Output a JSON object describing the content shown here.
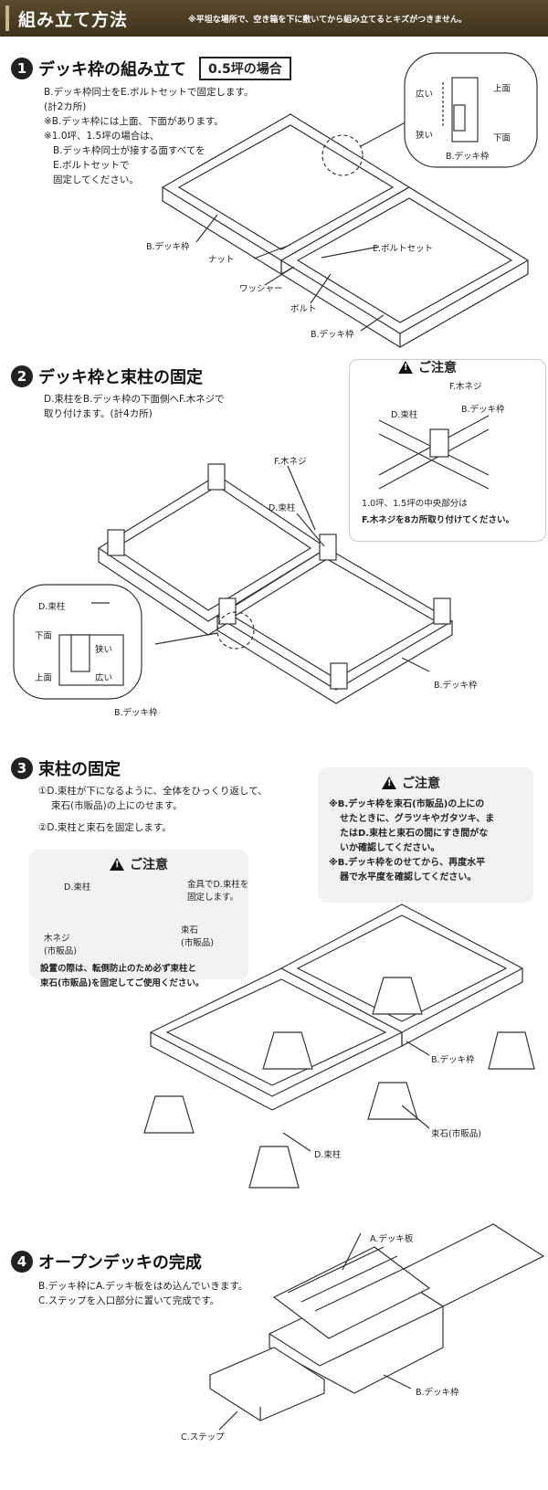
{
  "header": {
    "title": "組み立て方法",
    "note": "※平坦な場所で、空き箱を下に敷いてから組み立てるとキズがつきません。"
  },
  "s1": {
    "num": "1",
    "title": "デッキ枠の組み立て",
    "badge": "0.5坪の場合",
    "lines": [
      "B.デッキ枠同士をE.ボルトセットで固定します。",
      "(計2カ所)",
      "※B.デッキ枠には上面、下面があります。",
      "※1.0坪、1.5坪の場合は、",
      "B.デッキ枠同士が接する面すべてを",
      "E.ボルトセットで",
      "固定してください。"
    ],
    "labels": {
      "frame1": "B.デッキ枠",
      "nut": "ナット",
      "bolt_set": "E.ボルトセット",
      "washer": "ワッシャー",
      "bolt": "ボルト",
      "frame2": "B.デッキ枠",
      "wide": "広い",
      "narrow": "狭い",
      "top": "上面",
      "bottom": "下面",
      "detail_frame": "B.デッキ枠"
    }
  },
  "s2": {
    "num": "2",
    "title": "デッキ枠と束柱の固定",
    "lines": [
      "D.束柱をB.デッキ枠の下面側へF.木ネジで",
      "取り付けます。(計4カ所)"
    ],
    "caution": {
      "title": "ご注意",
      "screw": "F.木ネジ",
      "post": "D.束柱",
      "frame": "B.デッキ枠",
      "text1": "1.0坪、1.5坪の中央部分は",
      "text2": "F.木ネジを8カ所取り付けてください。"
    },
    "labels": {
      "screw": "F.木ネジ",
      "post": "D.束柱",
      "frame": "B.デッキ枠",
      "d_post": "D.束柱",
      "d_bottom": "下面",
      "d_narrow": "狭い",
      "d_top": "上面",
      "d_wide": "広い",
      "d_frame": "B.デッキ枠"
    }
  },
  "s3": {
    "num": "3",
    "title": "束柱の固定",
    "lines": [
      "①D.束柱が下になるように、全体をひっくり返して、",
      "束石(市販品)の上にのせます。",
      "②D.束柱と束石を固定します。"
    ],
    "caution_left": {
      "title": "ご注意",
      "post": "D.束柱",
      "fitting1": "金具でD.束柱を",
      "fitting2": "固定します。",
      "screw1": "木ネジ",
      "screw2": "(市販品)",
      "stone1": "束石",
      "stone2": "(市販品)",
      "text1": "設置の際は、転倒防止のため必ず束柱と",
      "text2": "束石(市販品)を固定してご使用ください。"
    },
    "caution_right": {
      "title": "ご注意",
      "lines": [
        "※B.デッキ枠を束石(市販品)の上にの",
        "せたときに、グラツキやガタツキ、ま",
        "たはD.束柱と束石の間にすき間がな",
        "いか確認してください。",
        "※B.デッキ枠をのせてから、再度水平",
        "器で水平度を確認してください。"
      ]
    },
    "labels": {
      "frame": "B.デッキ枠",
      "stone": "束石(市販品)",
      "post": "D.束柱"
    }
  },
  "s4": {
    "num": "4",
    "title": "オープンデッキの完成",
    "lines": [
      "B.デッキ枠にA.デッキ板をはめ込んでいきます。",
      "C.ステップを入口部分に置いて完成です。"
    ],
    "labels": {
      "board": "A.デッキ板",
      "frame": "B.デッキ枠",
      "step": "C.ステップ"
    }
  }
}
